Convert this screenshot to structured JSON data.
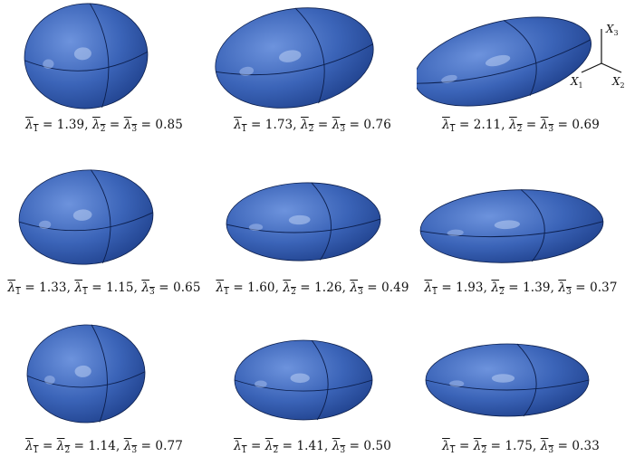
{
  "colors": {
    "ellipsoid_fill": "#3b64b8",
    "ellipsoid_dark": "#1e3f8a",
    "ellipsoid_light": "#6d93dd",
    "line": "#0c1f4d"
  },
  "axes": {
    "x1": "X",
    "x1_sub": "1",
    "x2": "X",
    "x2_sub": "2",
    "x3": "X",
    "x3_sub": "3"
  },
  "cells": [
    {
      "caption": [
        [
          "1",
          "1.39"
        ],
        [
          "2",
          "3",
          "0.85"
        ]
      ]
    },
    {
      "caption": [
        [
          "1",
          "1.73"
        ],
        [
          "2",
          "3",
          "0.76"
        ]
      ]
    },
    {
      "caption": [
        [
          "1",
          "2.11"
        ],
        [
          "2",
          "3",
          "0.69"
        ]
      ]
    },
    {
      "caption": [
        [
          "1",
          "1.33"
        ],
        [
          "1",
          "1.15"
        ],
        [
          "3",
          "0.65"
        ]
      ]
    },
    {
      "caption": [
        [
          "1",
          "1.60"
        ],
        [
          "2",
          "1.26"
        ],
        [
          "3",
          "0.49"
        ]
      ]
    },
    {
      "caption": [
        [
          "1",
          "1.93"
        ],
        [
          "2",
          "1.39"
        ],
        [
          "3",
          "0.37"
        ]
      ]
    },
    {
      "caption": [
        [
          "1",
          "2",
          "1.14"
        ],
        [
          "3",
          "0.77"
        ]
      ]
    },
    {
      "caption": [
        [
          "1",
          "2",
          "1.41"
        ],
        [
          "3",
          "0.50"
        ]
      ]
    },
    {
      "caption": [
        [
          "1",
          "2",
          "1.75"
        ],
        [
          "3",
          "0.33"
        ]
      ]
    }
  ]
}
